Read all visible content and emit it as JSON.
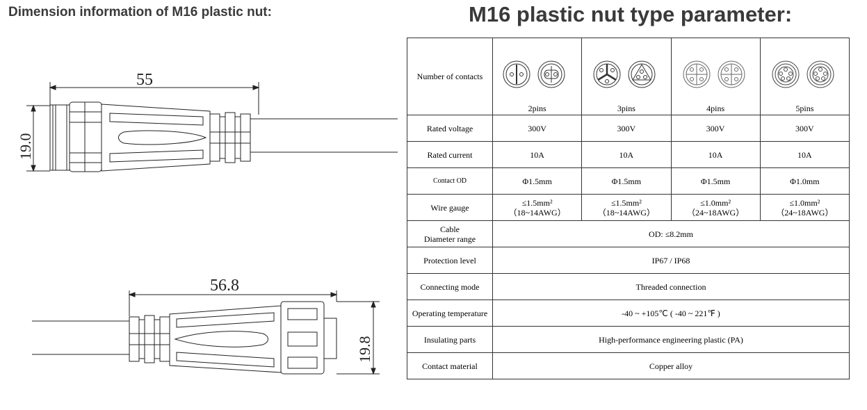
{
  "left_title": "Dimension information of M16 plastic nut:",
  "right_title": "M16 plastic nut type parameter:",
  "drawing": {
    "top_length": "55",
    "top_diameter": "19.0",
    "bottom_length": "56.8",
    "bottom_diameter": "19.8"
  },
  "table": {
    "labels": {
      "contacts": "Number of contacts",
      "voltage": "Rated voltage",
      "current": "Rated current",
      "contact_od": "Contact OD",
      "wire_gauge": "Wire gauge",
      "cable_line1": "Cable",
      "cable_line2": "Diameter range",
      "protection": "Protection level",
      "connecting": "Connecting mode",
      "temperature": "Operating temperature",
      "insulating": "Insulating parts",
      "material": "Contact material"
    },
    "columns": [
      {
        "pins": "2pins",
        "voltage": "300V",
        "current": "10A",
        "od": "Φ1.5mm",
        "gauge1": "≤1.5mm²",
        "gauge2": "（18~14AWG）"
      },
      {
        "pins": "3pins",
        "voltage": "300V",
        "current": "10A",
        "od": "Φ1.5mm",
        "gauge1": "≤1.5mm²",
        "gauge2": "（18~14AWG）"
      },
      {
        "pins": "4pins",
        "voltage": "300V",
        "current": "10A",
        "od": "Φ1.5mm",
        "gauge1": "≤1.0mm²",
        "gauge2": "（24~18AWG）"
      },
      {
        "pins": "5pins",
        "voltage": "300V",
        "current": "10A",
        "od": "Φ1.0mm",
        "gauge1": "≤1.0mm²",
        "gauge2": "（24~18AWG）"
      }
    ],
    "cable_value": "OD: ≤8.2mm",
    "protection_value": "IP67 / IP68",
    "connecting_value": "Threaded connection",
    "temperature_value": "-40 ~ +105℃ ( -40 ~ 221℉ )",
    "insulating_value": "High-performance engineering plastic (PA)",
    "material_value": "Copper alloy"
  }
}
